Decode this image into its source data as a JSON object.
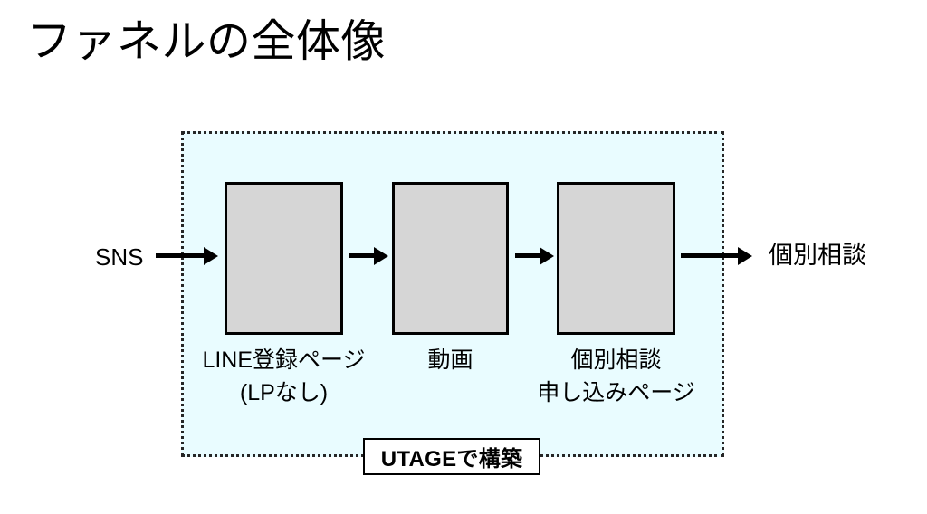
{
  "slide": {
    "title": "ファネルの全体像",
    "background_color": "#ffffff"
  },
  "scope": {
    "name": "UTAGEで構築",
    "badge_label": "UTAGEで構築",
    "background_color": "#e9fcff",
    "border_style": "dotted",
    "border_color": "#262626"
  },
  "flow": {
    "entry": {
      "label": "SNS",
      "arrow": "arrow-right"
    },
    "exit": {
      "label": "個別相談",
      "arrow": "arrow-right"
    },
    "steps": [
      {
        "index": 1,
        "caption": "LINE登録ページ\n(LPなし)",
        "box_fill": "#d6d6d6",
        "box_border": "#000000"
      },
      {
        "index": 2,
        "caption": "動画",
        "box_fill": "#d6d6d6",
        "box_border": "#000000"
      },
      {
        "index": 3,
        "caption": "個別相談\n申し込みページ",
        "box_fill": "#d6d6d6",
        "box_border": "#000000"
      }
    ],
    "connectors": [
      {
        "from": "SNS",
        "to": "LINE登録ページ",
        "icon": "arrow-right-icon"
      },
      {
        "from": "LINE登録ページ",
        "to": "動画",
        "icon": "arrow-right-icon"
      },
      {
        "from": "動画",
        "to": "個別相談申し込みページ",
        "icon": "arrow-right-icon"
      },
      {
        "from": "個別相談申し込みページ",
        "to": "個別相談",
        "icon": "arrow-right-icon"
      }
    ]
  }
}
